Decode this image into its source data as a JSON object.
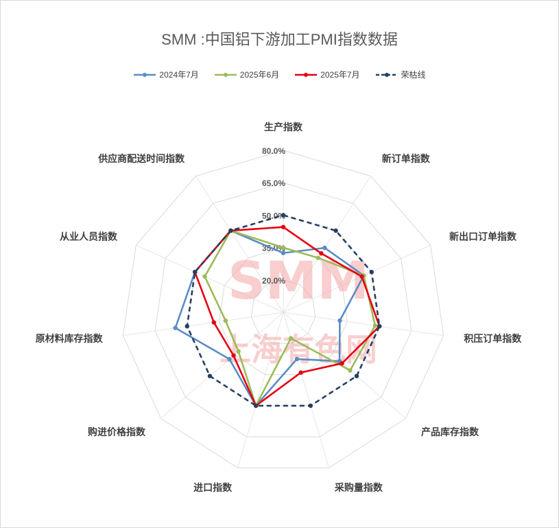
{
  "chart_data": {
    "type": "radar",
    "title": "SMM :中国铝下游加工PMI指数数据",
    "categories": [
      "生产指数",
      "新订单指数",
      "新出口订单指数",
      "积压订单指数",
      "产品库存指数",
      "采购量指数",
      "进口指数",
      "购进价格指数",
      "原材料库存指数",
      "从业人员指数",
      "供应商配送时间指数"
    ],
    "rlim": [
      5,
      80
    ],
    "ticks": [
      "20.0%",
      "35.0%",
      "50.0%",
      "65.0%",
      "80.0%"
    ],
    "tick_values": [
      20,
      35,
      50,
      65,
      80
    ],
    "legend_position": "top",
    "series": [
      {
        "name": "2024年7月",
        "color": "#5b8bc5",
        "dash": false,
        "values": [
          32.5,
          40.5,
          46.0,
          31.5,
          39.5,
          27.5,
          50.0,
          38.0,
          55.5,
          50.0,
          50.0
        ]
      },
      {
        "name": "2025年6月",
        "color": "#9bbb59",
        "dash": false,
        "values": [
          35.0,
          35.0,
          46.0,
          48.0,
          46.0,
          17.5,
          50.0,
          32.5,
          32.0,
          45.0,
          50.0
        ]
      },
      {
        "name": "2025年7月",
        "color": "#e50012",
        "dash": false,
        "values": [
          44.5,
          37.5,
          45.0,
          50.0,
          41.0,
          34.0,
          50.0,
          35.5,
          37.5,
          50.0,
          50.0
        ]
      },
      {
        "name": "荣枯线",
        "color": "#243f60",
        "dash": true,
        "values": [
          50,
          50,
          50,
          50,
          50,
          50,
          50,
          50,
          50,
          50,
          50
        ]
      }
    ]
  },
  "watermark": {
    "line1": "SMM",
    "line2": "上海有色网",
    "color": "#f4a6a6"
  }
}
